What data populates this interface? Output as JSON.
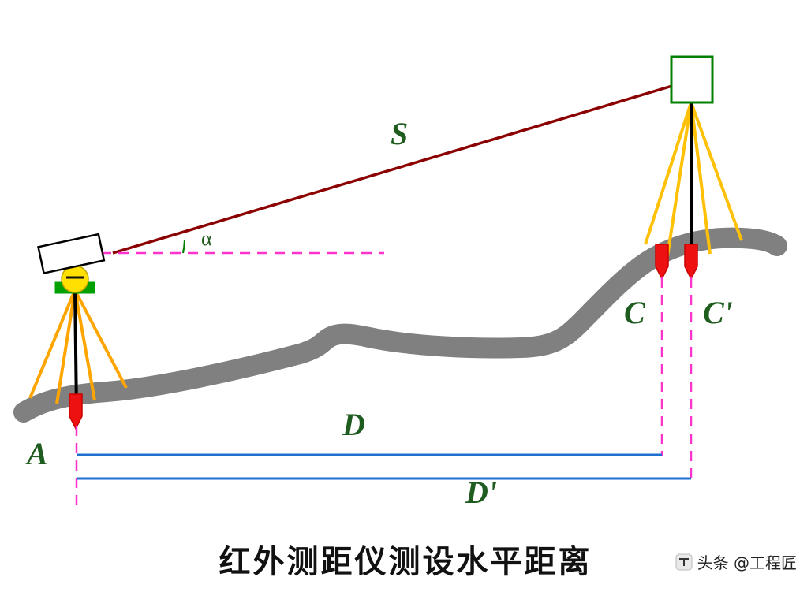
{
  "figure": {
    "caption": "红外测距仪测设水平距离",
    "watermark": {
      "icon": "toutiao-icon",
      "text": "头条 @工程匠"
    },
    "labels": {
      "slope_distance": "S",
      "angle": "α",
      "point_a": "A",
      "horizontal_distance": "D",
      "horizontal_distance_prime": "D'",
      "point_c": "C",
      "point_c_prime": "C'"
    },
    "elements": {
      "instrument_left": "total-station-instrument",
      "target_right": "reflector-prism-target",
      "tripod_left": "tripod-icon",
      "tripod_right": "tripod-icon",
      "ranging_pole_a": "ranging-pole-icon",
      "ranging_pole_c": "ranging-pole-icon",
      "ranging_pole_c_prime": "ranging-pole-icon",
      "terrain": "terrain-profile"
    },
    "colors": {
      "slope_line": "#8b0000",
      "horizontal_dash": "#ff33cc",
      "vertical_dash": "#ff33cc",
      "measure_line": "#1f6fd0",
      "terrain": "#808080",
      "tripod": "#ffa500",
      "pole": "#ee1111",
      "instrument_body": "#ffffff",
      "instrument_base": "#00a000",
      "label_text": "#1f5c1f",
      "angle_arc": "#008000",
      "prism": "#ffe000"
    }
  }
}
